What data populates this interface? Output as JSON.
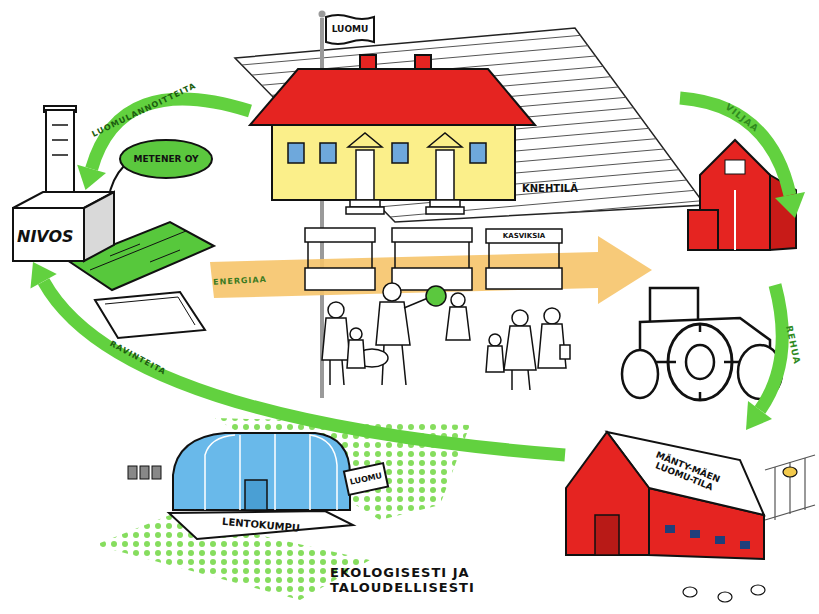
{
  "diagram": {
    "caption": "EKOLOGISESTI JA TALOUDELLISESTI",
    "nodes": [
      {
        "text": [
          "LUOMU"
        ]
      },
      {
        "text": [
          "NIVOS"
        ]
      },
      {
        "text": [
          "METENER OY"
        ]
      },
      {
        "text": [
          "KNEHTILÄ"
        ]
      },
      {
        "text": [
          "KASVIKSIA"
        ]
      },
      {
        "text": [
          "LENTOKUMPU"
        ]
      },
      {
        "text": [
          "LUOMU"
        ]
      },
      {
        "text": [
          "MÄNTY-MÄEN LUOMU-TILA"
        ]
      }
    ],
    "edges": [
      {
        "from": 3,
        "to": 1,
        "label": "LUOMULANNOITTEITA",
        "arrow": "to"
      },
      {
        "from": 7,
        "to": 1,
        "label": "RAVINTEITA",
        "arrow": "to"
      }
    ],
    "labels": [
      "VILJAA",
      "ENERGIAA",
      "REHUA"
    ]
  }
}
